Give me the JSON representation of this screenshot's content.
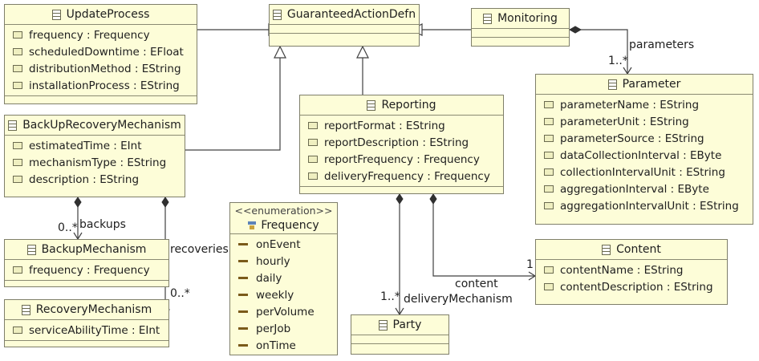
{
  "classes": {
    "update_process": {
      "name": "UpdateProcess",
      "attributes": [
        "frequency : Frequency",
        "scheduledDowntime : EFloat",
        "distributionMethod : EString",
        "installationProcess : EString"
      ]
    },
    "guaranteed_action_defn": {
      "name": "GuaranteedActionDefn"
    },
    "monitoring": {
      "name": "Monitoring"
    },
    "parameter": {
      "name": "Parameter",
      "attributes": [
        "parameterName : EString",
        "parameterUnit : EString",
        "parameterSource : EString",
        "dataCollectionInterval : EByte",
        "collectionIntervalUnit : EString",
        "aggregationInterval : EByte",
        "aggregationIntervalUnit : EString"
      ]
    },
    "backup_recovery_mechanism": {
      "name": "BackUpRecoveryMechanism",
      "attributes": [
        "estimatedTime : EInt",
        "mechanismType : EString",
        "description : EString"
      ]
    },
    "reporting": {
      "name": "Reporting",
      "attributes": [
        "reportFormat : EString",
        "reportDescription : EString",
        "reportFrequency : Frequency",
        "deliveryFrequency : Frequency"
      ]
    },
    "backup_mechanism": {
      "name": "BackupMechanism",
      "attributes": [
        "frequency : Frequency"
      ]
    },
    "recovery_mechanism": {
      "name": "RecoveryMechanism",
      "attributes": [
        "serviceAbilityTime : EInt"
      ]
    },
    "content": {
      "name": "Content",
      "attributes": [
        "contentName : EString",
        "contentDescription : EString"
      ]
    },
    "party": {
      "name": "Party"
    }
  },
  "enumeration": {
    "stereotype": "<<enumeration>>",
    "name": "Frequency",
    "literals": [
      "onEvent",
      "hourly",
      "daily",
      "weekly",
      "perVolume",
      "perJob",
      "onTime"
    ]
  },
  "labels": {
    "parameters_role": "parameters",
    "parameters_mult": "1..*",
    "backups_role": "backups",
    "backups_mult": "0..*",
    "recoveries_role": "recoveries",
    "recoveries_mult": "0..*",
    "content_role": "content",
    "content_mult": "1",
    "delivery_role": "deliveryMechanism",
    "delivery_mult": "1..*"
  },
  "colors": {
    "class_fill": "#fdfdd8",
    "border": "#7f7f6a",
    "line": "#404040"
  }
}
